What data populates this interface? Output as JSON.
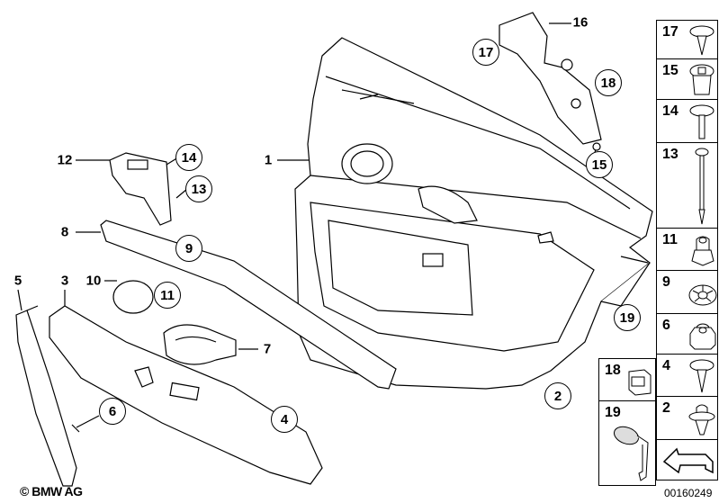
{
  "diagram": {
    "plain_labels": {
      "l16": "16",
      "l1": "1",
      "l12": "12",
      "l8": "8",
      "l10": "10",
      "l5": "5",
      "l3": "3",
      "l7": "7"
    },
    "circled_labels": {
      "c17": "17",
      "c18": "18",
      "c15": "15",
      "c14": "14",
      "c13": "13",
      "c9": "9",
      "c11": "11",
      "c6": "6",
      "c4": "4",
      "c2": "2",
      "c19": "19"
    },
    "side_parts": [
      {
        "number": "17",
        "icon": "screw-with-washer-icon"
      },
      {
        "number": "15",
        "icon": "expanding-nut-icon"
      },
      {
        "number": "14",
        "icon": "screw-short-icon"
      },
      {
        "number": "13",
        "icon": "long-screw-icon"
      },
      {
        "number": "11",
        "icon": "collar-nut-icon"
      },
      {
        "number": "9",
        "icon": "lock-washer-icon"
      },
      {
        "number": "6",
        "icon": "hex-nut-icon"
      },
      {
        "number": "4",
        "icon": "sheet-metal-screw-icon"
      },
      {
        "number": "2",
        "icon": "push-clip-icon"
      }
    ],
    "lower_parts": [
      {
        "number": "18",
        "icon": "clip-block-icon"
      },
      {
        "number": "19",
        "icon": "airbag-label-icon"
      }
    ],
    "copyright": "© BMW AG",
    "document_number": "00160249"
  }
}
